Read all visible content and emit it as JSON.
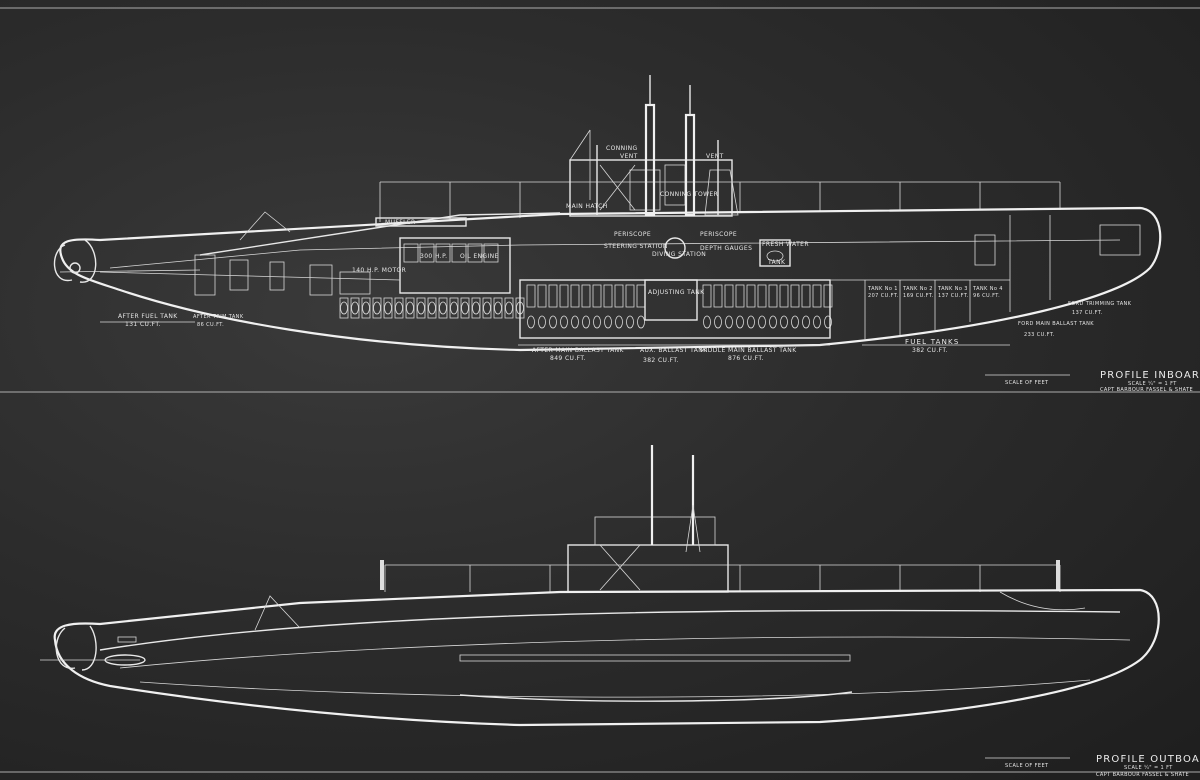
{
  "inboard": {
    "title": "PROFILE INBOARD",
    "scale": "SCALE ¼\" = 1 FT",
    "maker": "CAPT BARBOUR FASSEL & SHATE",
    "scale_bar_label": "SCALE OF FEET",
    "labels": {
      "muffler": "MUFFLER",
      "engine_a": "300 H.P.",
      "engine_b": "OIL ENGINE",
      "motor": "140 H.P. MOTOR",
      "main_hatch": "MAIN HATCH",
      "conning": "CONNING",
      "conning_tower": "CONNING TOWER",
      "vent_1": "VENT",
      "vent_2": "VENT",
      "periscope_1": "PERISCOPE",
      "periscope_2": "PERISCOPE",
      "steering": "STEERING STATION",
      "diving": "DIVING STATION",
      "depth": "DEPTH GAUGES",
      "fresh_water": "FRESH WATER",
      "tank": "TANK",
      "adjusting": "ADJUSTING TANK"
    },
    "tanks": [
      {
        "name": "AFTER FUEL TANK",
        "volume": "131 CU.FT."
      },
      {
        "name": "AFTER TRIM TANK",
        "volume": "86 CU.FT."
      },
      {
        "name": "AFTER MAIN BALLAST TANK",
        "volume": "849 CU.FT."
      },
      {
        "name": "AUX. BALLAST TANK",
        "volume": "382 CU.FT."
      },
      {
        "name": "MIDDLE MAIN BALLAST TANK",
        "volume": "876 CU.FT."
      },
      {
        "name": "FUEL TANKS",
        "volume": "382 CU.FT."
      },
      {
        "name": "TANK No 1",
        "volume": "207 CU.FT."
      },
      {
        "name": "TANK No 2",
        "volume": "169 CU.FT."
      },
      {
        "name": "TANK No 3",
        "volume": "137 CU.FT."
      },
      {
        "name": "TANK No 4",
        "volume": "96 CU.FT."
      },
      {
        "name": "FORD MAIN BALLAST TANK",
        "volume": "233 CU.FT."
      },
      {
        "name": "FORD TRIMMING TANK",
        "volume": "137 CU.FT."
      }
    ]
  },
  "outboard": {
    "title": "PROFILE OUTBOARD",
    "scale": "SCALE ¼\" = 1 FT",
    "maker": "CAPT BARBOUR FASSEL & SHATE",
    "scale_bar_label": "SCALE OF FEET"
  },
  "colors": {
    "background": "#2c2c2c",
    "lines": "#e8e8e8"
  }
}
